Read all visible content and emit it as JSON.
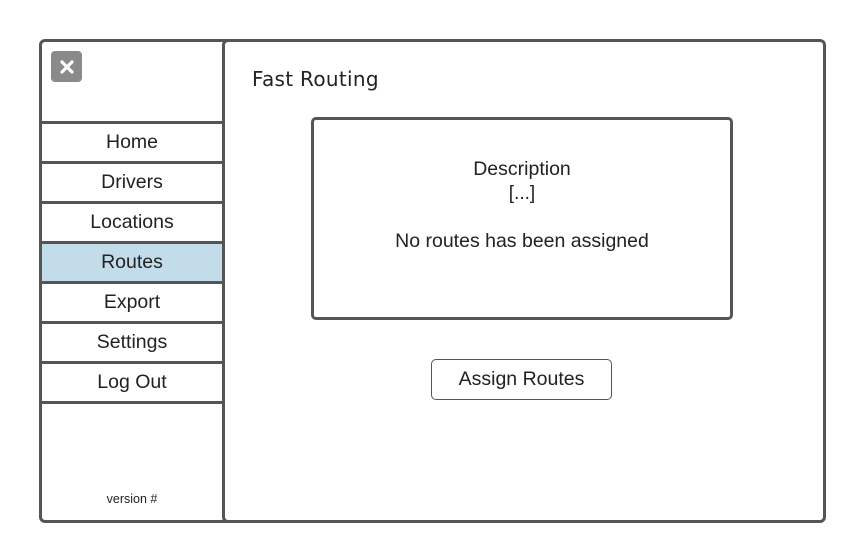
{
  "app": {
    "title": "Fast Routing"
  },
  "sidebar": {
    "close_icon": "close-icon",
    "items": [
      {
        "label": "Home",
        "active": false
      },
      {
        "label": "Drivers",
        "active": false
      },
      {
        "label": "Locations",
        "active": false
      },
      {
        "label": "Routes",
        "active": true
      },
      {
        "label": "Export",
        "active": false
      },
      {
        "label": "Settings",
        "active": false
      },
      {
        "label": "Log Out",
        "active": false
      }
    ],
    "version_label": "version #"
  },
  "main": {
    "description": {
      "title": "Description",
      "placeholder": "[...]",
      "message": "No routes has been assigned"
    },
    "assign_button_label": "Assign Routes"
  },
  "colors": {
    "active_nav_bg": "#c2dcea",
    "border": "#555555",
    "close_button_bg": "#8a8a8a"
  }
}
